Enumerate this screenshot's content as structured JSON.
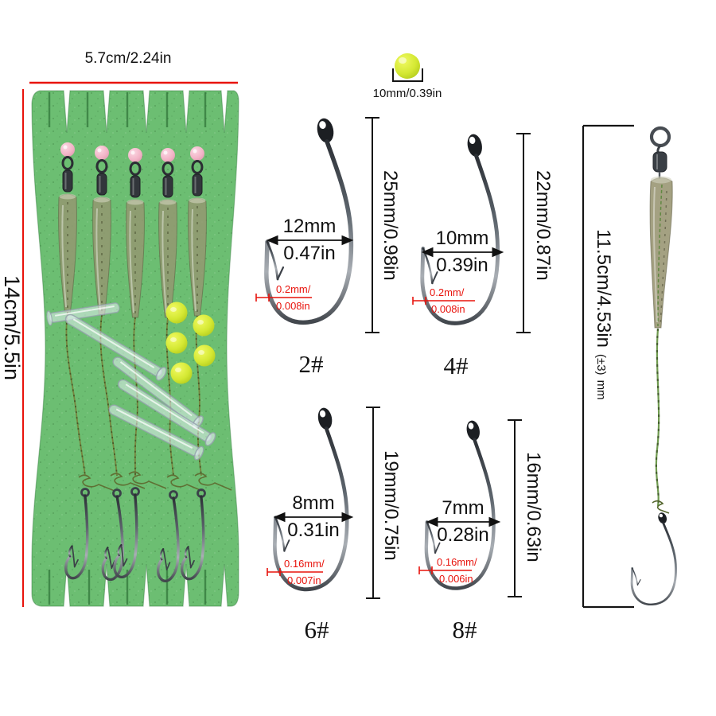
{
  "board": {
    "width_label": "5.7cm/2.24in",
    "height_label": "14cm/5.5in",
    "color": "#6cbe72",
    "rig_count": 5
  },
  "top_bead": {
    "label": "10mm/0.39in",
    "color": "#d4e833"
  },
  "hooks": [
    {
      "size": "2#",
      "length": "25mm/0.98in",
      "gap_mm": "12mm",
      "gap_in": "0.47in",
      "wire_mm": "0.2mm/",
      "wire_in": "0.008in"
    },
    {
      "size": "4#",
      "length": "22mm/0.87in",
      "gap_mm": "10mm",
      "gap_in": "0.39in",
      "wire_mm": "0.2mm/",
      "wire_in": "0.008in"
    },
    {
      "size": "6#",
      "length": "19mm/0.75in",
      "gap_mm": "8mm",
      "gap_in": "0.31in",
      "wire_mm": "0.16mm/",
      "wire_in": "0.007in"
    },
    {
      "size": "8#",
      "length": "16mm/0.63in",
      "gap_mm": "7mm",
      "gap_in": "0.28in",
      "wire_mm": "0.16mm/",
      "wire_in": "0.006in"
    }
  ],
  "ready_rig": {
    "length": "11.5cm/4.53in",
    "tolerance": "(±3)",
    "unit": "mm"
  },
  "colors": {
    "measure_red": "#e8130c",
    "measure_black": "#141414",
    "bead_pink": "#f2b3c6"
  }
}
